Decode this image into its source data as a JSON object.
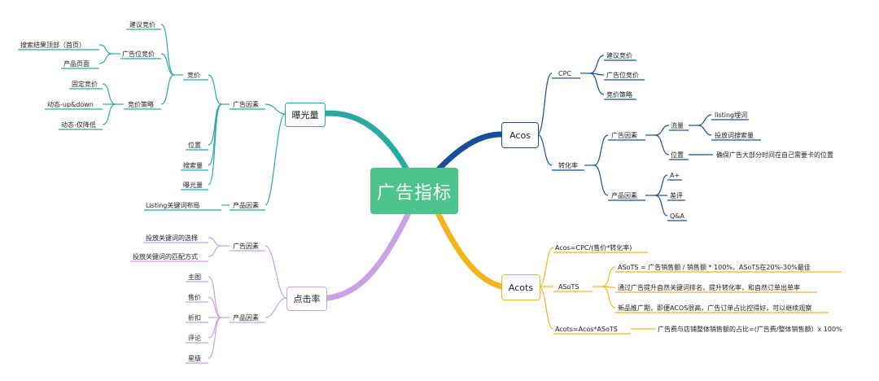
{
  "center": "广告指标",
  "colors": {
    "center": "#4cc48c",
    "teal": "#2aa9a3",
    "purple": "#c9a2e6",
    "navy": "#174f9a",
    "orange": "#f3b51b"
  },
  "exposure": {
    "title": "曝光量",
    "factor1": "广告因素",
    "bid": "竞价",
    "suggested_bid": "建议竞价",
    "placement_bid": "广告位竞价",
    "search_top": "搜索结果顶部（首页）",
    "product_page": "产品页面",
    "bid_strategy": "竞价策略",
    "fixed_bid": "固定竞价",
    "dynamic_up_down": "动态-up&down",
    "dynamic_down_only": "动态-仅降低",
    "position": "位置",
    "search_volume": "搜索量",
    "impressions": "曝光量",
    "factor2": "产品因素",
    "listing_keywords": "Listing关键词布局"
  },
  "ctr": {
    "title": "点击率",
    "factor1": "广告因素",
    "keyword_choice": "投放关键词的选择",
    "match_type": "投放关键词的匹配方式",
    "factor2": "产品因素",
    "main_image": "主图",
    "price": "售价",
    "discount": "折扣",
    "reviews": "评论",
    "rating": "星级"
  },
  "acos": {
    "title": "Acos",
    "cpc": "CPC",
    "cpc_suggested": "建议竞价",
    "cpc_placement": "广告位竞价",
    "cpc_strategy": "竞价策略",
    "conversion": "转化率",
    "ad_factor": "广告因素",
    "traffic": "流量",
    "listing_words": "listing埋词",
    "keyword_volume": "投放词搜索量",
    "position": "位置",
    "position_note": "确保广告大部分时间在自己需要卡的位置",
    "product_factor": "产品因素",
    "a_plus": "A+",
    "bad_review": "差评",
    "qa": "Q&A"
  },
  "acots": {
    "title": "Acots",
    "formula_acos": "Acos=CPC/(售价*转化率)",
    "asots": "ASoTS",
    "asots_def": "ASoTS = 广告销售额 / 销售额 * 100%，ASoTS在20%-30%最佳",
    "asots_note1": "通过广告提升自然关键词排名，提升转化率，和自然订单出单率",
    "asots_note2": "新品推广期，即便ACOS很高，广告订单占比控得好，可以继续观察",
    "formula_acots": "Acots=Acos*ASoTS",
    "acots_def": "广告费与店铺整体销售额的占比=(广告费/整体销售额）x 100%"
  }
}
